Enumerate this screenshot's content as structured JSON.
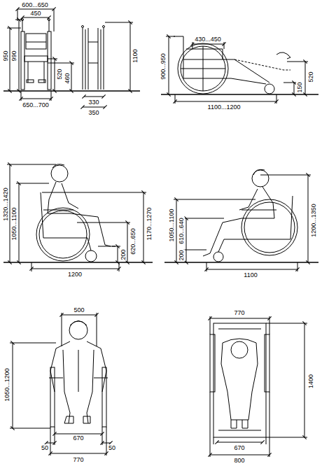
{
  "diagram": {
    "labels": [
      "600...650",
      "450",
      "950",
      "990",
      "520",
      "460",
      "1100",
      "650...700",
      "330",
      "350",
      "430...450",
      "900...950",
      "520",
      "150",
      "1100...1200",
      "1320...1420",
      "1050...1100",
      "1170...1270",
      "620...650",
      "200",
      "1200",
      "1050...1100",
      "610...640",
      "200",
      "1200...1350",
      "1100",
      "500",
      "1050...1200",
      "670",
      "50",
      "50",
      "770",
      "770",
      "1400",
      "670",
      "800"
    ]
  }
}
